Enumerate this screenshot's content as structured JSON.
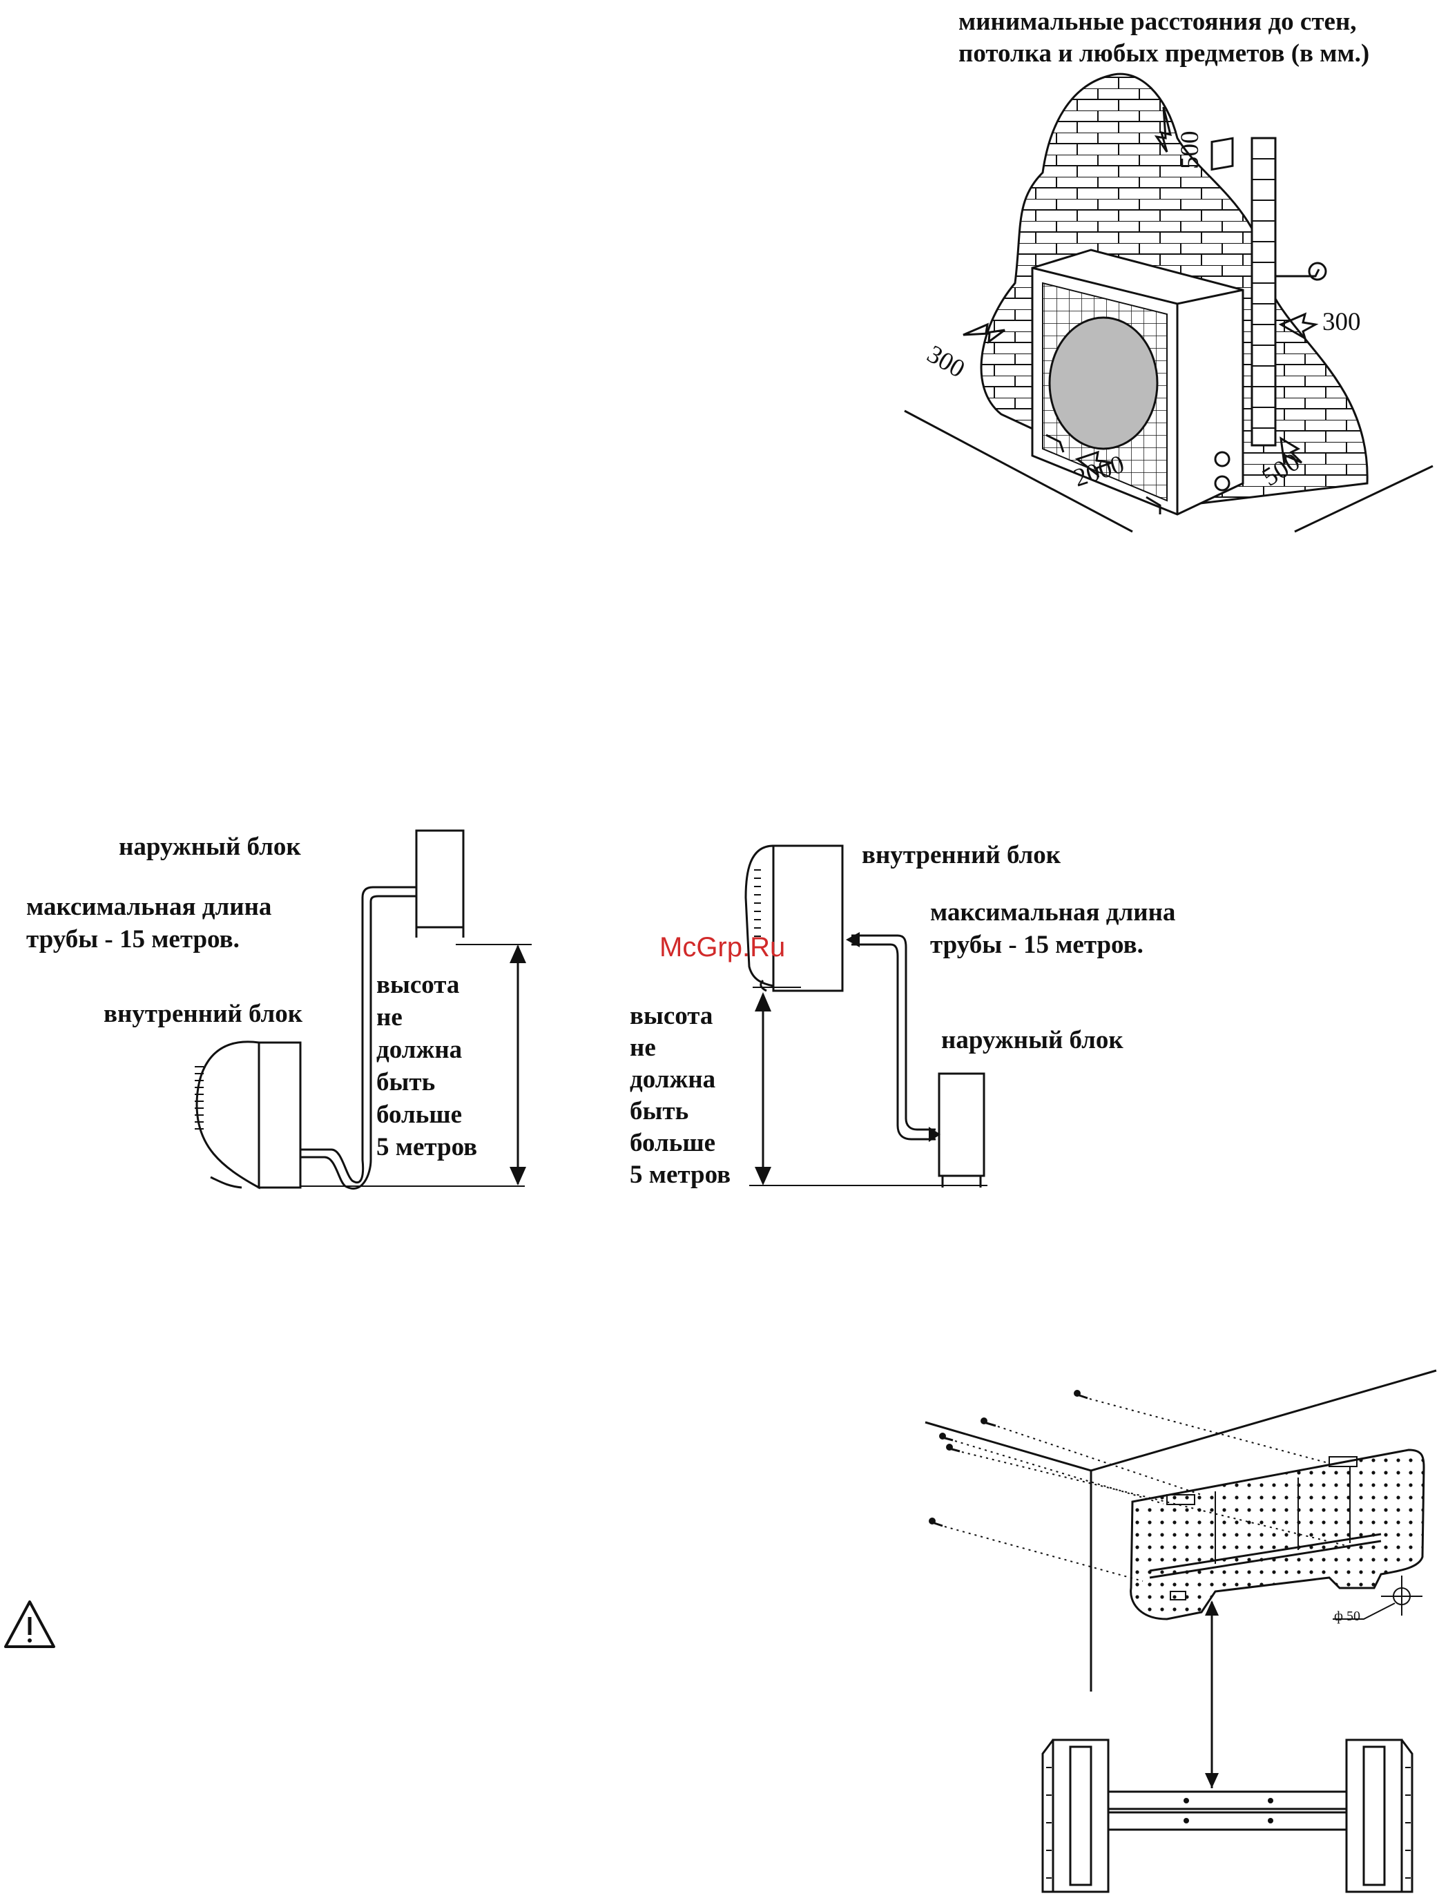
{
  "top_diagram": {
    "caption_line1": "минимальные расстояния до стен,",
    "caption_line2": "потолка и любых предметов (в мм.)",
    "dim_top": "500",
    "dim_left": "300",
    "dim_right": "300",
    "dim_front": "2000",
    "dim_side": "500"
  },
  "left_diagram": {
    "outdoor_label": "наружный блок",
    "pipe_line1": "максимальная длина",
    "pipe_line2": "трубы - 15 метров.",
    "indoor_label": "внутренний блок",
    "height_lines": [
      "высота",
      "не",
      "должна",
      "быть",
      "больше",
      "5 метров"
    ]
  },
  "right_diagram": {
    "indoor_label": "внутренний блок",
    "pipe_line1": "максимальная длина",
    "pipe_line2": "трубы - 15 метров.",
    "outdoor_label": "наружный блок",
    "height_lines": [
      "высота",
      "не",
      "должна",
      "быть",
      "больше",
      "5 метров"
    ]
  },
  "watermark": "McGrp.Ru",
  "plate_diagram": {
    "hole_label": "ф 50"
  },
  "icons": [
    "warning-triangle-icon"
  ]
}
